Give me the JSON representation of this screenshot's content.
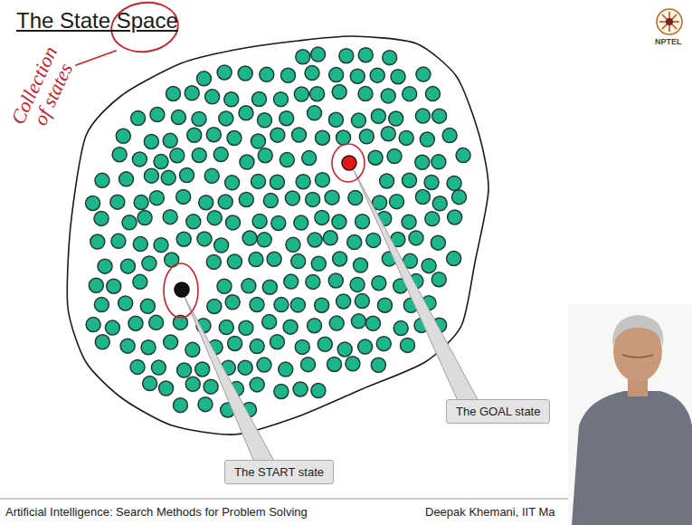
{
  "diagram": {
    "title": "The State Space",
    "nodes": [
      {
        "text": [
          "The GOAL state"
        ]
      },
      {
        "text": [
          "The START state"
        ]
      }
    ],
    "labels": [
      "Collection of states",
      "Artificial Intelligence: Search Methods for Problem Solving",
      "Deepak Khemani, IIT Ma",
      "NPTEL"
    ]
  }
}
